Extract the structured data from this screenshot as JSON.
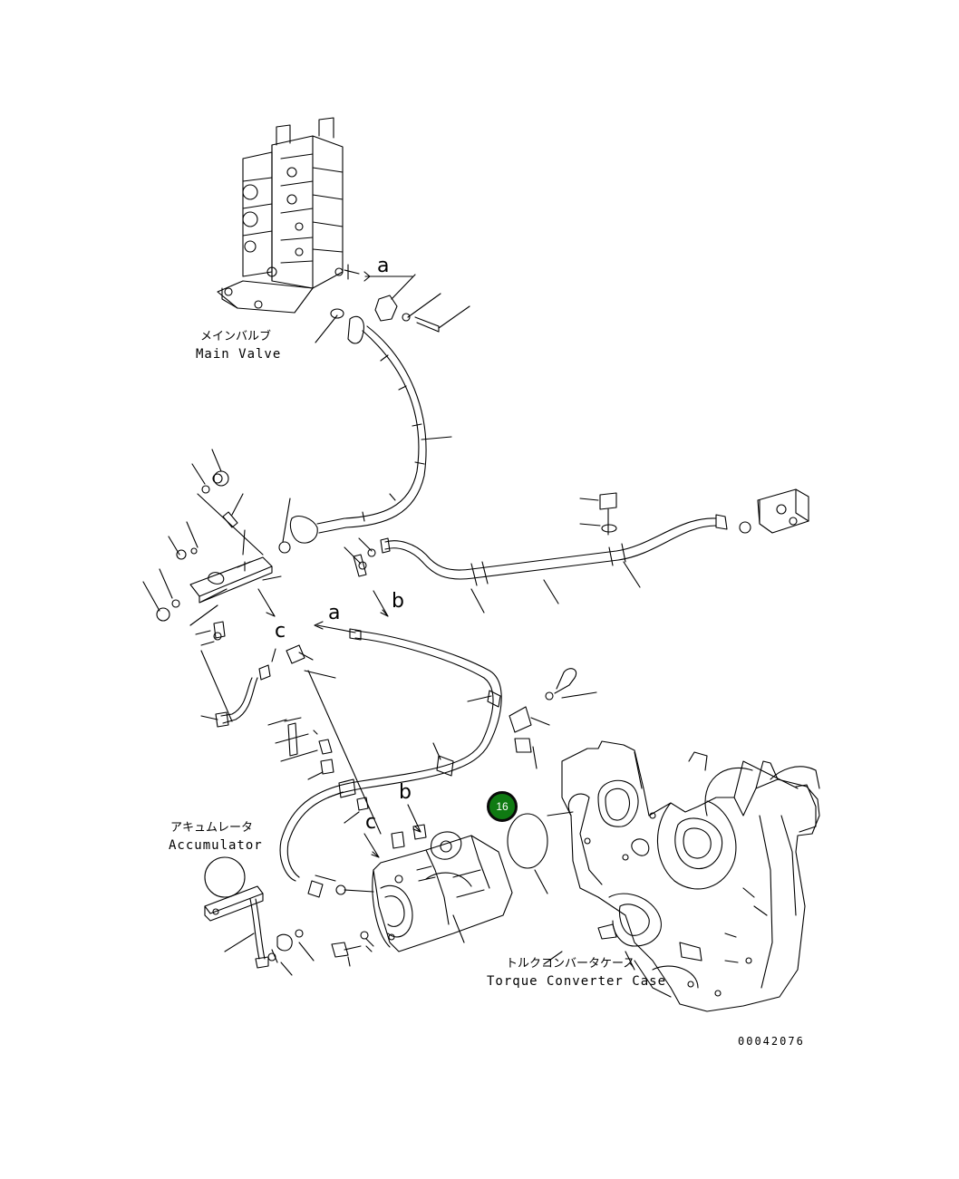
{
  "labels": {
    "main_valve_jp": "メインバルブ",
    "main_valve_en": "Main Valve",
    "accumulator_jp": "アキュムレータ",
    "accumulator_en": "Accumulator",
    "torque_converter_jp": "トルクコンバータケース",
    "torque_converter_en": "Torque Converter Case",
    "drawing_number": "00042076"
  },
  "connection_letters": {
    "a_top": "a",
    "a_mid": "a",
    "b_mid": "b",
    "b_low": "b",
    "c_mid": "c",
    "c_low": "c"
  },
  "callout": {
    "number": "16",
    "color": "#0f7a12"
  }
}
